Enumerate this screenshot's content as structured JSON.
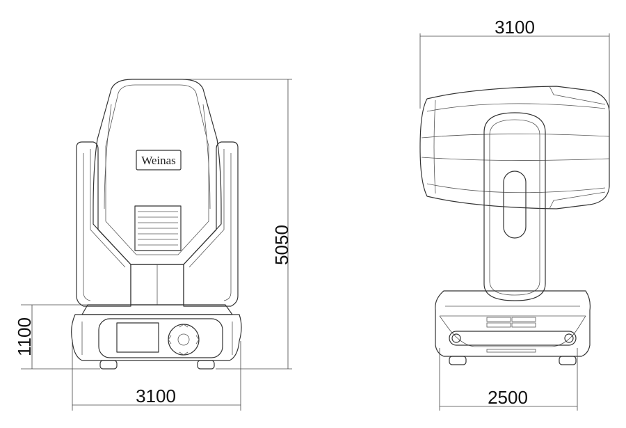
{
  "brand_label": "Weinas",
  "front_view": {
    "total_height": "5050",
    "base_height": "1100",
    "width": "3100"
  },
  "side_view": {
    "top_width": "3100",
    "base_width": "2500"
  }
}
